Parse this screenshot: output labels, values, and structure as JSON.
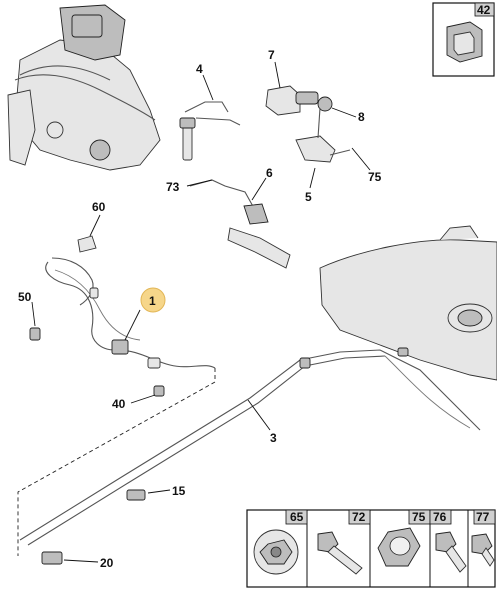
{
  "callouts": {
    "c4": "4",
    "c7": "7",
    "c8": "8",
    "c73": "73",
    "c6": "6",
    "c75": "75",
    "c5": "5",
    "c60": "60",
    "c1": "1",
    "c50": "50",
    "c40": "40",
    "c3": "3",
    "c15": "15",
    "c20": "20"
  },
  "inset_top": {
    "label": "42"
  },
  "fastener_panel": {
    "cells": [
      {
        "label": "65"
      },
      {
        "label": "72"
      },
      {
        "label": "75"
      },
      {
        "label": "76"
      },
      {
        "label": "77"
      }
    ]
  },
  "colors": {
    "highlight_badge": "#f6d68a",
    "line": "#111111",
    "part_fill": "#e6e6e6"
  }
}
